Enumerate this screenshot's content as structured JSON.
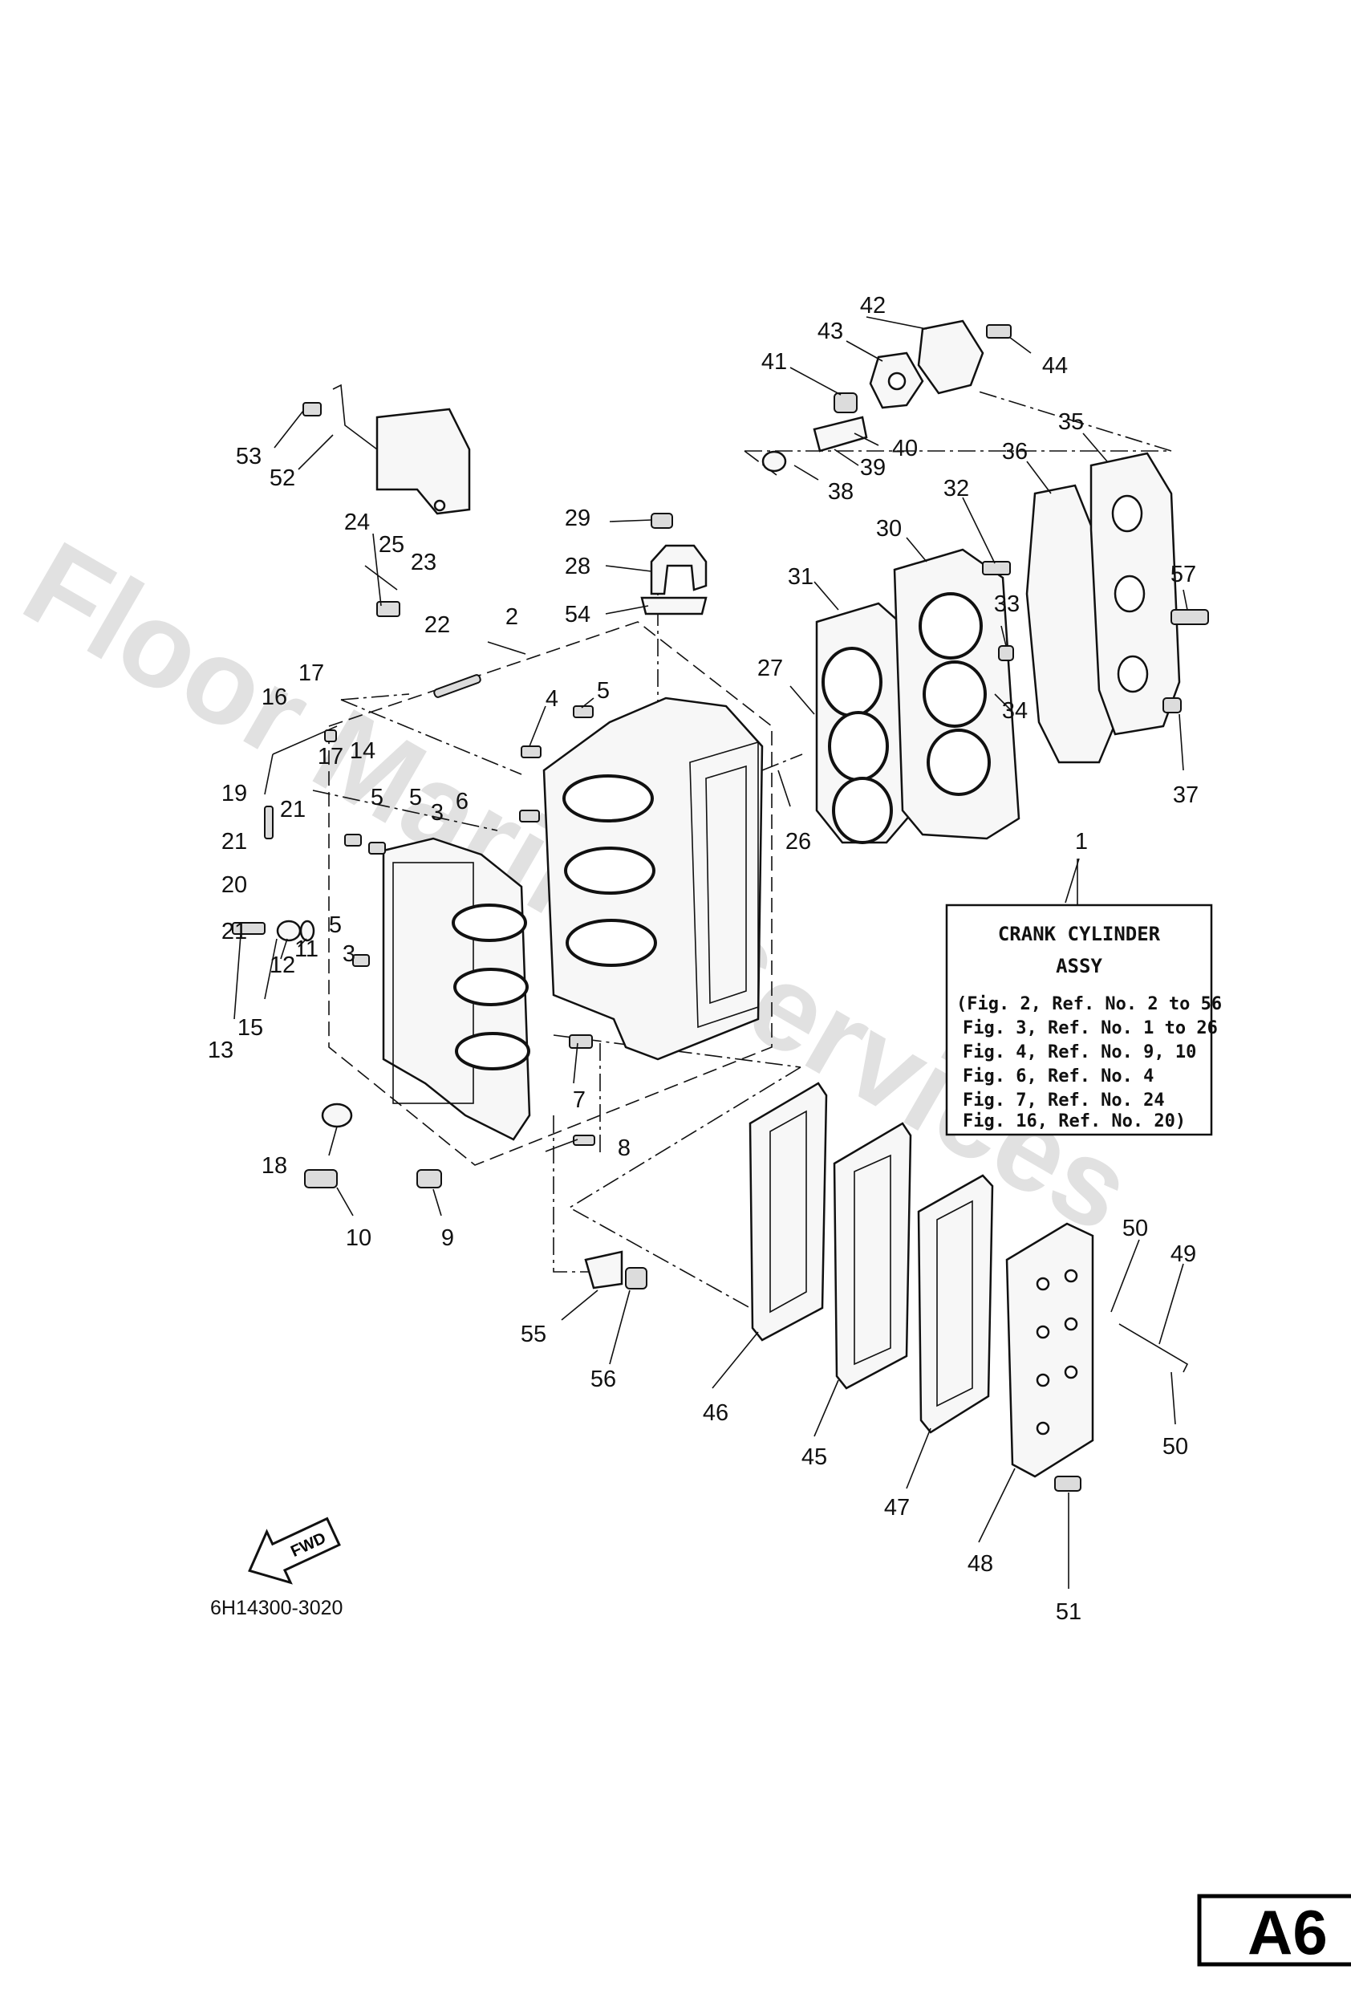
{
  "watermark": "Floor Marine Services",
  "figure_code": "6H14300-3020",
  "page_code": "A6",
  "fwd_label": "FWD",
  "info_box": {
    "title_line1": "CRANK CYLINDER",
    "title_line2": "ASSY",
    "lines": [
      "(Fig. 2, Ref. No. 2 to 56",
      "Fig. 3, Ref. No. 1 to 26",
      "Fig. 4, Ref. No. 9, 10",
      "Fig. 6, Ref. No. 4",
      "Fig. 7, Ref. No. 24",
      "Fig. 16, Ref. No. 20)"
    ]
  },
  "callouts": [
    {
      "label": "1"
    },
    {
      "label": "2"
    },
    {
      "label": "3"
    },
    {
      "label": "3"
    },
    {
      "label": "4"
    },
    {
      "label": "5"
    },
    {
      "label": "5"
    },
    {
      "label": "5"
    },
    {
      "label": "5"
    },
    {
      "label": "6"
    },
    {
      "label": "7"
    },
    {
      "label": "8"
    },
    {
      "label": "9"
    },
    {
      "label": "10"
    },
    {
      "label": "11"
    },
    {
      "label": "12"
    },
    {
      "label": "13"
    },
    {
      "label": "14"
    },
    {
      "label": "15"
    },
    {
      "label": "16"
    },
    {
      "label": "17"
    },
    {
      "label": "17"
    },
    {
      "label": "18"
    },
    {
      "label": "19"
    },
    {
      "label": "20"
    },
    {
      "label": "21"
    },
    {
      "label": "21"
    },
    {
      "label": "21"
    },
    {
      "label": "22"
    },
    {
      "label": "23"
    },
    {
      "label": "24"
    },
    {
      "label": "25"
    },
    {
      "label": "26"
    },
    {
      "label": "27"
    },
    {
      "label": "28"
    },
    {
      "label": "29"
    },
    {
      "label": "30"
    },
    {
      "label": "31"
    },
    {
      "label": "32"
    },
    {
      "label": "33"
    },
    {
      "label": "34"
    },
    {
      "label": "35"
    },
    {
      "label": "36"
    },
    {
      "label": "37"
    },
    {
      "label": "38"
    },
    {
      "label": "39"
    },
    {
      "label": "40"
    },
    {
      "label": "41"
    },
    {
      "label": "42"
    },
    {
      "label": "43"
    },
    {
      "label": "44"
    },
    {
      "label": "45"
    },
    {
      "label": "46"
    },
    {
      "label": "47"
    },
    {
      "label": "48"
    },
    {
      "label": "49"
    },
    {
      "label": "50"
    },
    {
      "label": "50"
    },
    {
      "label": "51"
    },
    {
      "label": "52"
    },
    {
      "label": "53"
    },
    {
      "label": "54"
    },
    {
      "label": "55"
    },
    {
      "label": "56"
    },
    {
      "label": "57"
    }
  ]
}
